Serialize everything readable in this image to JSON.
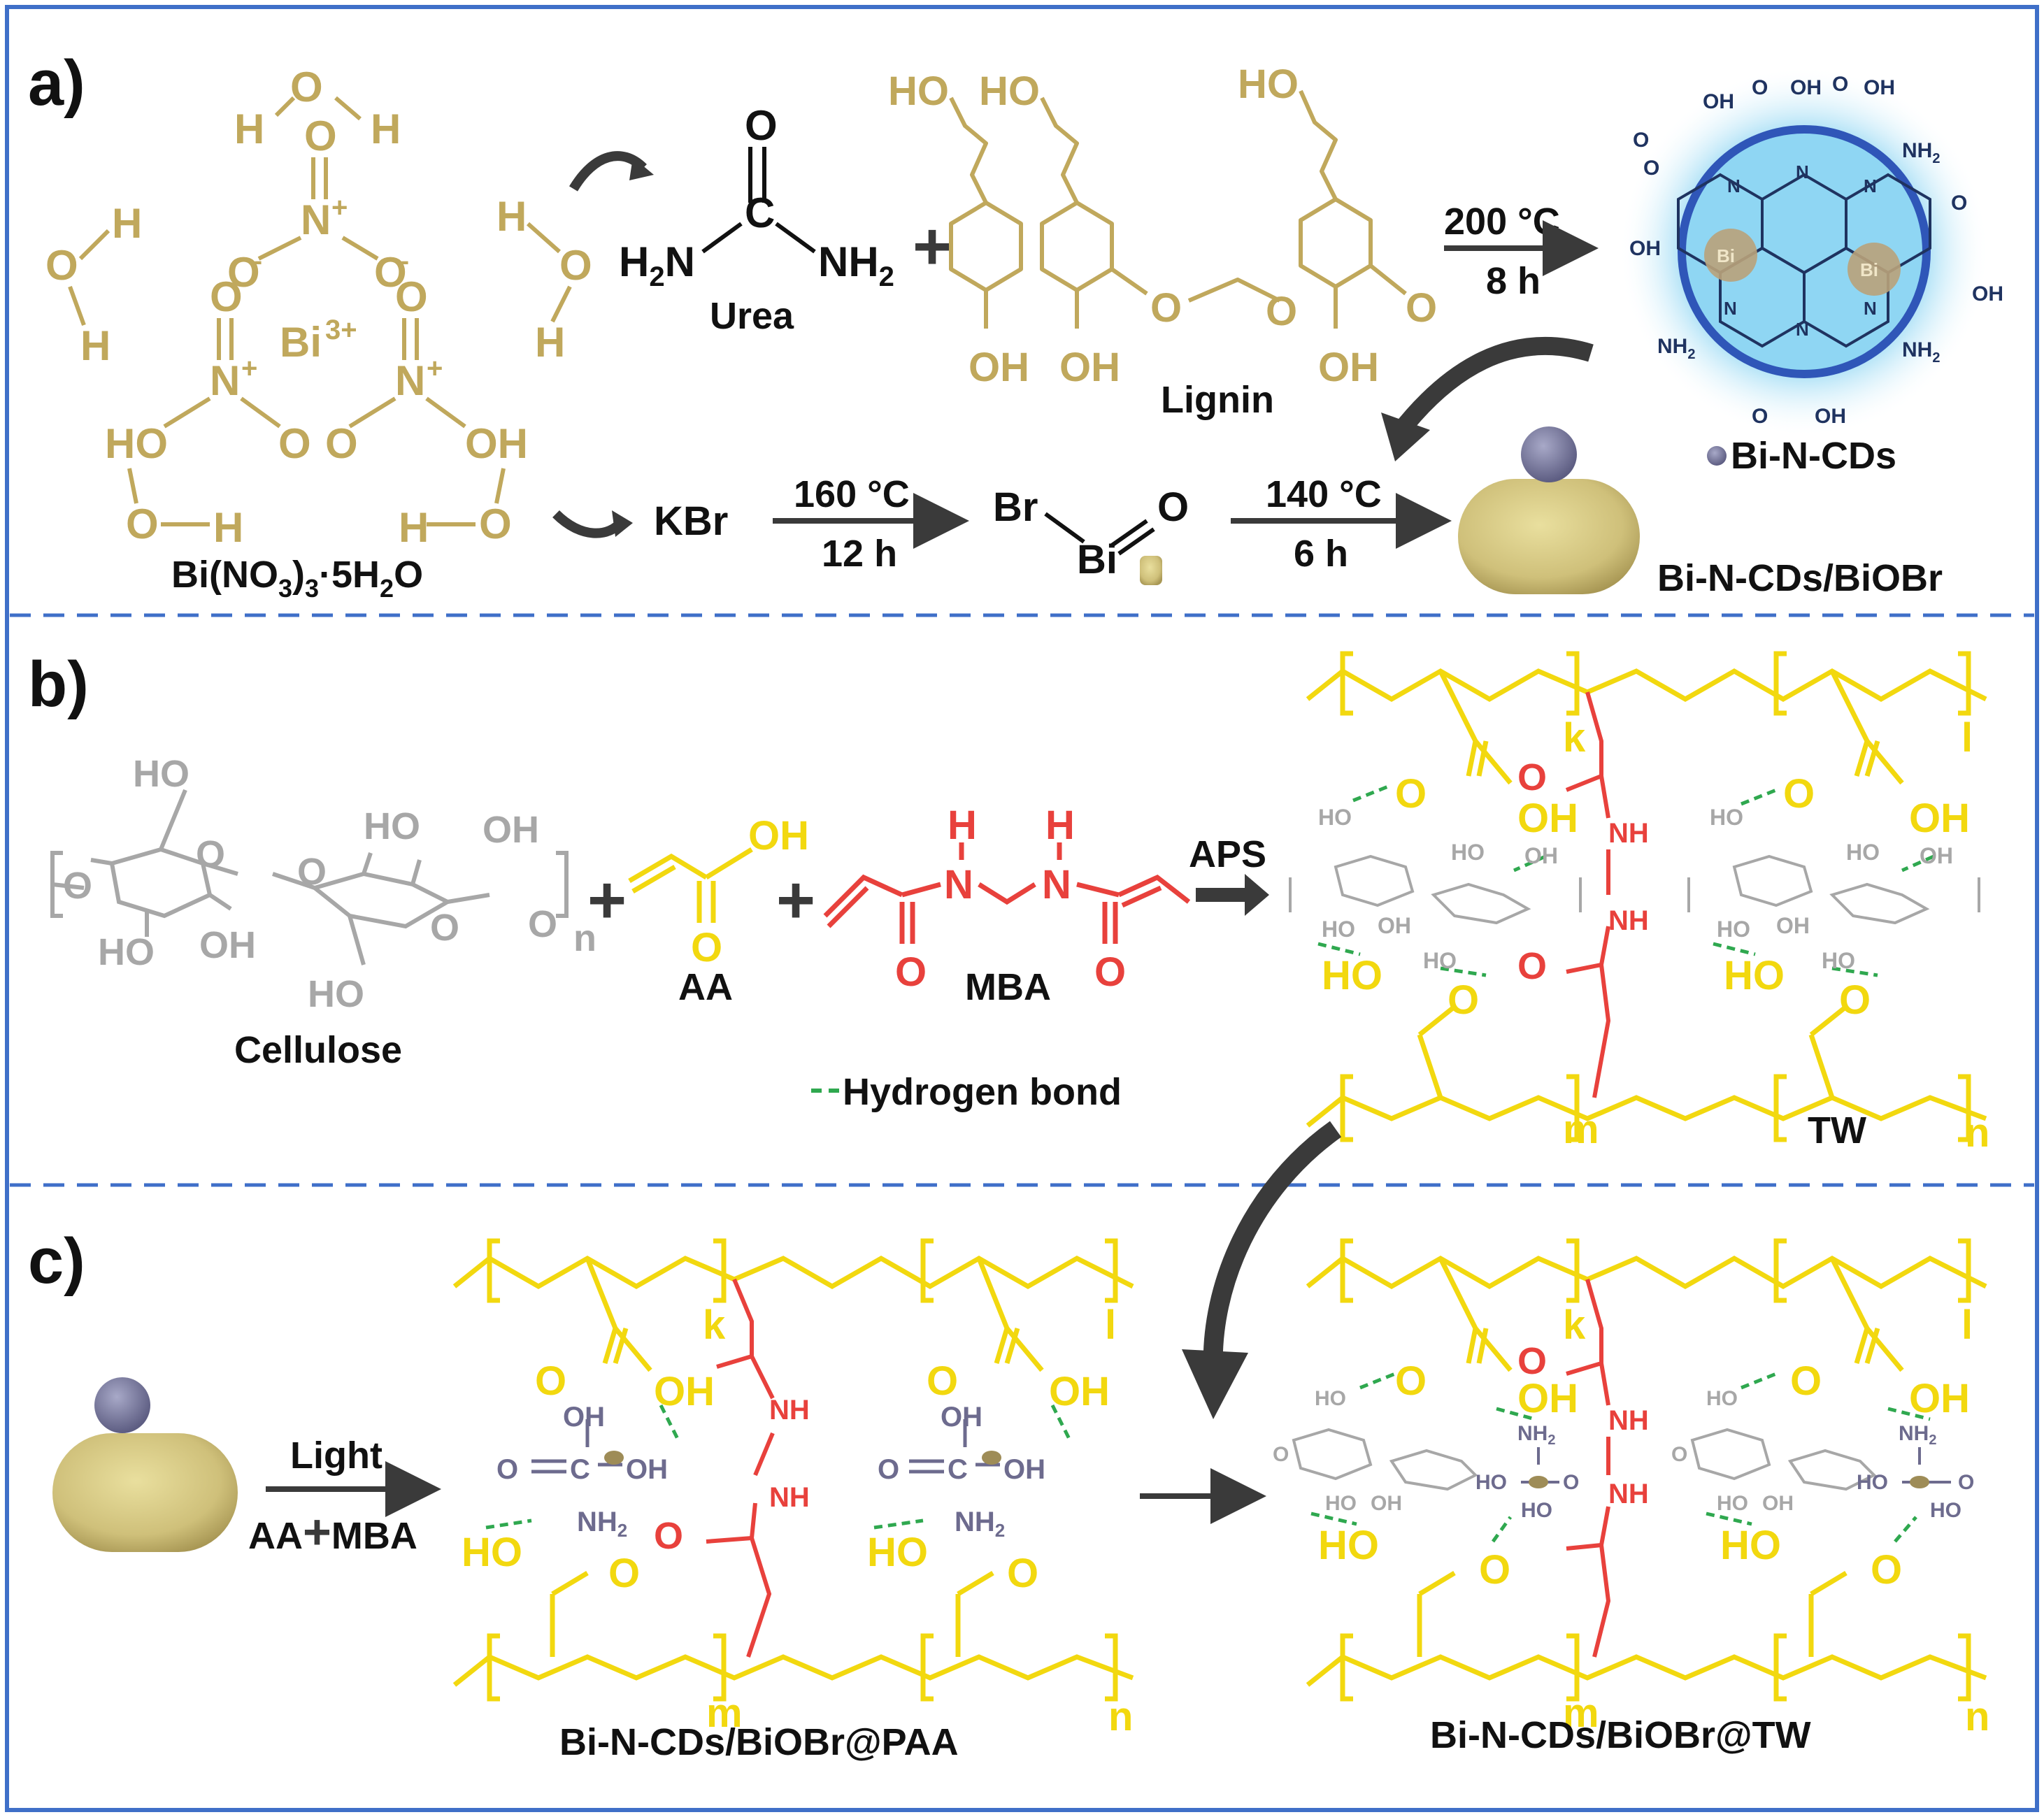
{
  "panels": {
    "a": {
      "label": "a)",
      "bi_nitrate": {
        "oh_left": "O",
        "h_left_top": "H",
        "h_left_bottom": "H",
        "oh_top": "O",
        "h_top_left": "H",
        "h_top_right": "H",
        "oh_right": "O",
        "h_right_top": "H",
        "h_right_bottom": "H",
        "n_top": "N",
        "n_plus": "+",
        "o_double_top": "O",
        "o_minus_left": "O",
        "o_minus_right": "O",
        "minus": "-",
        "bi3": "Bi",
        "bi3_sup": "3+",
        "n_left": "N",
        "n_right": "N",
        "o_double_left": "O",
        "o_double_right": "O",
        "ho_left": "HO",
        "o_mid_left": "O",
        "o_mid_right": "O",
        "oh_far_right": "OH",
        "o_bl": "O",
        "h_bl": "H",
        "h_br": "H",
        "o_br": "O",
        "caption_main": "Bi(NO",
        "caption_sub3": "3",
        "caption_close": ")",
        "caption_sub3b": "3",
        "caption_rest": "·5H",
        "caption_sub2": "2",
        "caption_end": "O"
      },
      "urea": {
        "o": "O",
        "c": "C",
        "h2n": "H",
        "h2n_sub": "2",
        "h2n_n": "N",
        "nh2": "NH",
        "nh2_sub": "2",
        "name": "Urea"
      },
      "plus": "+",
      "lignin": {
        "ho1": "HO",
        "ho2": "HO",
        "ho3": "HO",
        "oh1": "OH",
        "oh2": "OH",
        "oh3": "OH",
        "o1": "O",
        "o2": "O",
        "o3": "O",
        "name": "Lignin"
      },
      "step_200": {
        "temp": "200 °C",
        "time": "8 h"
      },
      "cd": {
        "label": "Bi-N-CDs",
        "groups": [
          "OH",
          "O",
          "OH",
          "O",
          "OH",
          "O",
          "NH",
          "OH",
          "O",
          "OH",
          "O",
          "NH",
          "NH",
          "OH",
          "O",
          "N",
          "N",
          "N",
          "N",
          "N",
          "N",
          "Bi",
          "Bi"
        ],
        "sub2": "2"
      },
      "kbr": "KBr",
      "step_160": {
        "temp": "160 °C",
        "time": "12 h"
      },
      "biobr": {
        "br": "Br",
        "o": "O",
        "bi": "Bi"
      },
      "step_140": {
        "temp": "140 °C",
        "time": "6 h"
      },
      "composite_label": "Bi-N-CDs/BiOBr"
    },
    "b": {
      "label": "b)",
      "cellulose": {
        "ho_top": "HO",
        "ho_mid": "HO",
        "oh_mid": "OH",
        "o_left": "O",
        "o_ring1": "O",
        "o_link": "O",
        "o_ring2": "O",
        "o_right": "O",
        "n": "n",
        "ho_bl": "HO",
        "oh_bm": "OH",
        "ho_br": "HO",
        "name": "Cellulose"
      },
      "aa": {
        "oh": "OH",
        "o": "O",
        "name": "AA"
      },
      "mba": {
        "h1": "H",
        "h2": "H",
        "n1": "N",
        "n2": "N",
        "o1": "O",
        "o2": "O",
        "name": "MBA"
      },
      "aps": "APS",
      "legend_hbond": "Hydrogen bond",
      "tw_label": "TW",
      "sub_k": "k",
      "sub_l": "l",
      "sub_m": "m",
      "sub_n": "n",
      "nh": "NH",
      "o": "O",
      "oh": "OH",
      "ho": "HO"
    },
    "c": {
      "label": "c)",
      "light": "Light",
      "aa_mba": "AA",
      "aa_mba_plus": "+",
      "aa_mba_mba": "MBA",
      "paa_label": "Bi-N-CDs/BiOBr@PAA",
      "tw_label": "Bi-N-CDs/BiOBr@TW",
      "sub_k": "k",
      "sub_l": "l",
      "sub_m": "m",
      "sub_n": "n",
      "nh": "NH",
      "o": "O",
      "oh": "OH",
      "ho": "HO",
      "nh2": "NH",
      "nh2_sub": "2",
      "c": "C"
    }
  },
  "colors": {
    "frame": "#3f6fc8",
    "gold": "#c0a85c",
    "yellow": "#f2d80f",
    "red": "#e8413c",
    "gray": "#a7a7a7",
    "green": "#2fa84f",
    "purple": "#6d6b8e",
    "dark": "#3a3a3a",
    "cd_blue": "#2f56b8",
    "cd_glow": "#6cc8ef"
  }
}
